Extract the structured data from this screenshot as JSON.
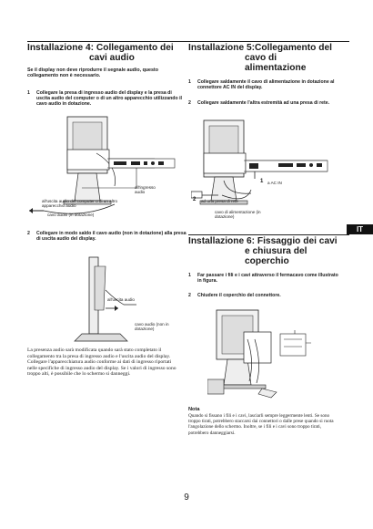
{
  "left": {
    "heading": {
      "line1": "Installazione 4: Collegamento dei",
      "line2": "cavi audio"
    },
    "intro": "Se il display non deve riprodurre il segnale audio, questo collegamento non è necessario.",
    "step1": {
      "number": "1",
      "text": "Collegare la presa di ingresso audio del display e la presa di uscita audio del computer o di un altro apparecchio utilizzando il cavo audio in dotazione."
    },
    "fig1": {
      "label_in": "all'ingresso audio",
      "label_out": "all'uscita audio del computer o di un altro apparecchio audio",
      "label_cable": "cavo audio (in dotazione)"
    },
    "step2": {
      "number": "2",
      "text": "Collegare in modo saldo il cavo audio (non in dotazione) alla presa di uscita audio del display."
    },
    "fig2": {
      "label_out": "all'uscita audio",
      "label_cable": "cavo audio (non in dotazione)"
    },
    "note": "La presenza audio sarà modificata quando sarà stato completato il collegamento tra la presa di ingresso audio e l'uscita audio del display. Collegare l'apparecchiatura audio conforme ai dati di ingresso riportati nelle specifiche di ingresso audio del display. Se i valori di ingresso sono troppo alti, è possibile che lo schermo si danneggi."
  },
  "right": {
    "heading5": {
      "line1": "Installazione 5:Collegamento del",
      "line2": "cavo di",
      "line3": "alimentazione"
    },
    "step1": {
      "number": "1",
      "text": "Collegare saldamente il cavo di alimentazione in dotazione al connettore AC IN del display."
    },
    "step2": {
      "number": "2",
      "text": "Collegare saldamente l'altra estremità ad una presa di rete."
    },
    "fig3": {
      "callout1": "1",
      "label_acin": "a AC IN",
      "callout2": "2",
      "label_outlet": "ad una presa di rete",
      "label_cable": "cavo di alimentazione (in dotazione)"
    },
    "heading6": {
      "line1": "Installazione 6: Fissaggio dei cavi",
      "line2": "e chiusura del",
      "line3": "coperchio"
    },
    "step3": {
      "number": "1",
      "text": "Far passare i fili e i cavi attraverso il fermacavo come illustrato in figura."
    },
    "step4": {
      "number": "2",
      "text": "Chiudere il coperchio del connettore."
    },
    "note_title": "Nota",
    "note": "Quando si fissano i fili e i cavi, lasciarli sempre leggermente lenti. Se sono troppo tirati, potrebbero staccarsi dai connettori o dalle prese quando si ruota l'angolazione dello schermo. Inoltre, se i fili e i cavi sono troppo tirati, potrebbero danneggiarsi."
  },
  "side_tab": "IT",
  "page_number": "9"
}
